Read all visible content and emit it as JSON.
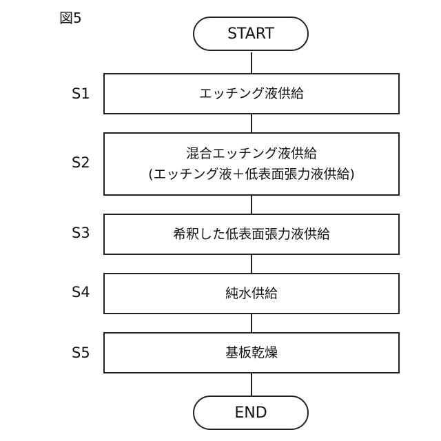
{
  "figure_label": "図5",
  "start_label": "START",
  "end_label": "END",
  "steps": [
    {
      "id": "S1",
      "lines": [
        "エッチング液供給"
      ]
    },
    {
      "id": "S2",
      "lines": [
        "混合エッチング液供給",
        "(エッチング液＋低表面張力液供給)"
      ]
    },
    {
      "id": "S3",
      "lines": [
        "希釈した低表面張力液供給"
      ]
    },
    {
      "id": "S4",
      "lines": [
        "純水供給"
      ]
    },
    {
      "id": "S5",
      "lines": [
        "基板乾燥"
      ]
    }
  ]
}
